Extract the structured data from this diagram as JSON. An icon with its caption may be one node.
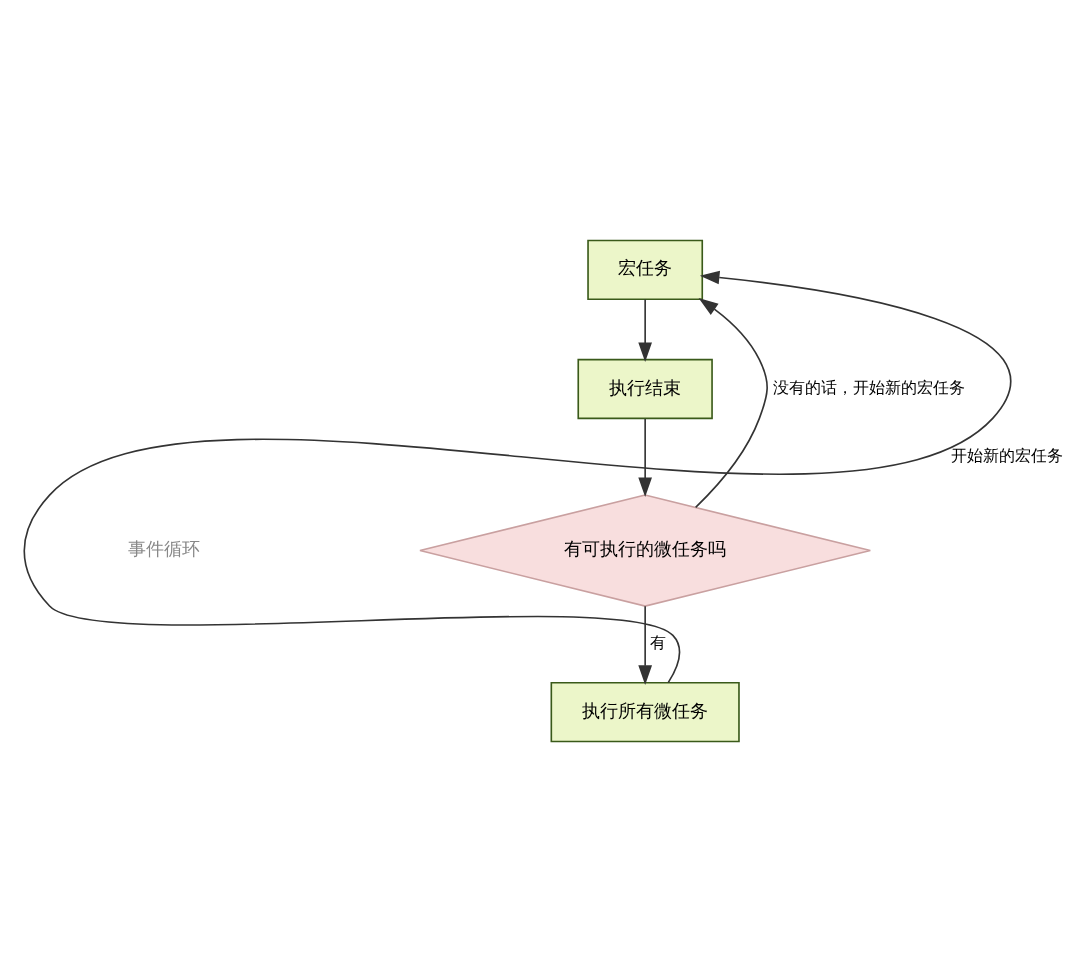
{
  "diagram": {
    "nodes": [
      {
        "text": [
          "宏任务"
        ]
      },
      {
        "text": [
          "执行结束"
        ]
      },
      {
        "text": [
          "有可执行的微任务吗"
        ]
      },
      {
        "text": [
          "执行所有微任务"
        ]
      }
    ],
    "edges": [
      {
        "from": 0,
        "to": 1,
        "arrow": "to"
      },
      {
        "from": 1,
        "to": 2,
        "arrow": "to"
      },
      {
        "from": 2,
        "to": 3,
        "arrow": "to",
        "label": "有"
      },
      {
        "from": 3,
        "to": 0,
        "arrow": "to",
        "label": "开始新的宏任务"
      },
      {
        "from": 2,
        "to": 0,
        "arrow": "to",
        "label": "没有的话，开始新的宏任务"
      }
    ],
    "labels": [
      "事件循环"
    ]
  }
}
